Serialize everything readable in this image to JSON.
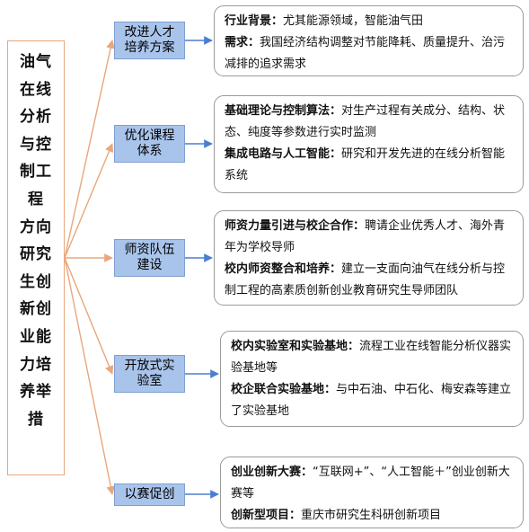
{
  "root": {
    "lines": [
      "油气",
      "在线",
      "分析",
      "与控",
      "制工",
      "程",
      "方向",
      "研究",
      "生创",
      "新创",
      "业能",
      "力培",
      "养举",
      "措"
    ]
  },
  "branches": [
    {
      "label": "改进人才培养方案",
      "details": [
        {
          "key": "行业背景：",
          "text": "尤其能源领域，智能油气田"
        },
        {
          "key": "需求：",
          "text": "我国经济结构调整对节能降耗、质量提升、治污减排的追求需求"
        }
      ]
    },
    {
      "label": "优化课程体系",
      "details": [
        {
          "key": "基础理论与控制算法：",
          "text": "对生产过程有关成分、结构、状态、纯度等参数进行实时监测"
        },
        {
          "key": "集成电路与人工智能：",
          "text": "研究和开发先进的在线分析智能系统"
        }
      ]
    },
    {
      "label": "师资队伍建设",
      "details": [
        {
          "key": "师资力量引进与校企合作：",
          "text": "聘请企业优秀人才、海外青年为学校导师"
        },
        {
          "key": "校内师资整合和培养：",
          "text": "建立一支面向油气在线分析与控制工程的高素质创新创业教育研究生导师团队"
        }
      ]
    },
    {
      "label": "开放式实验室",
      "details": [
        {
          "key": "校内实验室和实验基地：",
          "text": "流程工业在线智能分析仪器实验基地等"
        },
        {
          "key": "校企联合实验基地：",
          "text": "与中石油、中石化、梅安森等建立了实验基地"
        }
      ]
    },
    {
      "label": "以赛促创",
      "details": [
        {
          "key": "创业创新大赛：",
          "text": "“互联网+”、“人工智能＋”创业创新大赛等"
        },
        {
          "key": "创新型项目：",
          "text": "重庆市研究生科研创新项目"
        }
      ]
    }
  ],
  "colors": {
    "root_border": "#e8a77c",
    "orange_connector": "#e8a77c",
    "blue_box_fill": "#a9c4eb",
    "blue_box_border": "#7f9fd0",
    "blue_arrow": "#4a7fd0",
    "detail_border": "#9a9a9a"
  }
}
